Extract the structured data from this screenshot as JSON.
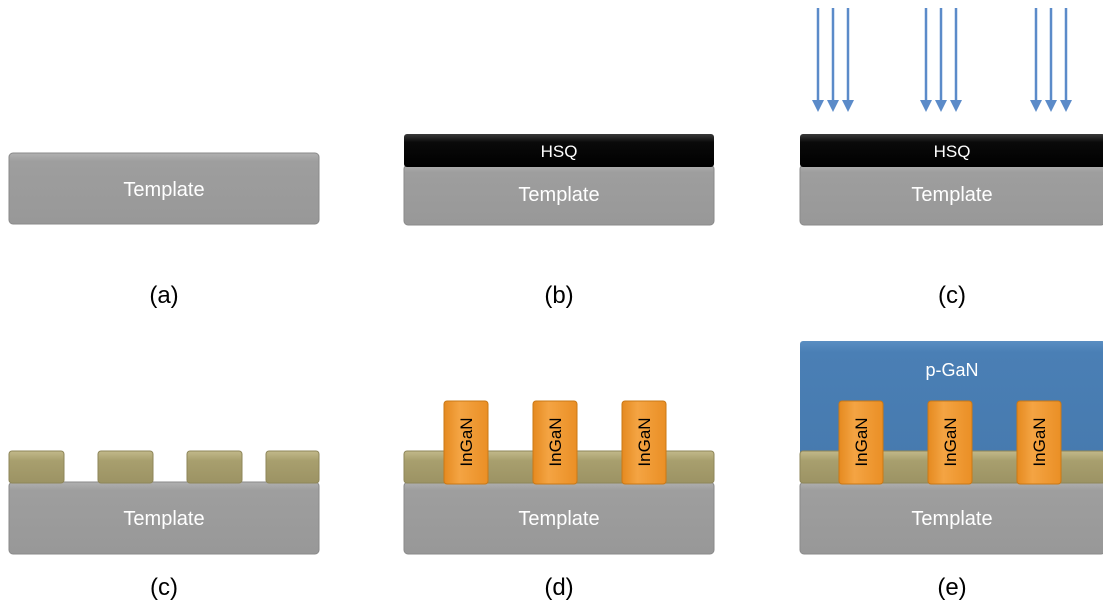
{
  "panels": {
    "a": {
      "caption": "(a)",
      "template_label": "Template"
    },
    "b": {
      "caption": "(b)",
      "template_label": "Template",
      "resist_label": "HSQ"
    },
    "c1": {
      "caption": "(c)",
      "template_label": "Template",
      "resist_label": "HSQ",
      "arrow_groups": 3,
      "arrows_per_group": 3
    },
    "c2": {
      "caption": "(c)",
      "template_label": "Template",
      "mask_blocks": 4
    },
    "d": {
      "caption": "(d)",
      "template_label": "Template",
      "pillar_label": "InGaN",
      "pillars": 3
    },
    "e": {
      "caption": "(e)",
      "template_label": "Template",
      "pillar_label": "InGaN",
      "pillars": 3,
      "cap_label": "p-GaN"
    }
  },
  "colors": {
    "template": "#9c9c9c",
    "template_edge": "#8a8a8a",
    "hsq": "#0a0a0a",
    "mask": "#a69d6c",
    "ingan": "#f0982c",
    "pgan": "#4a7fb5",
    "arrow": "#5b8bc9",
    "caption": "#000000"
  }
}
